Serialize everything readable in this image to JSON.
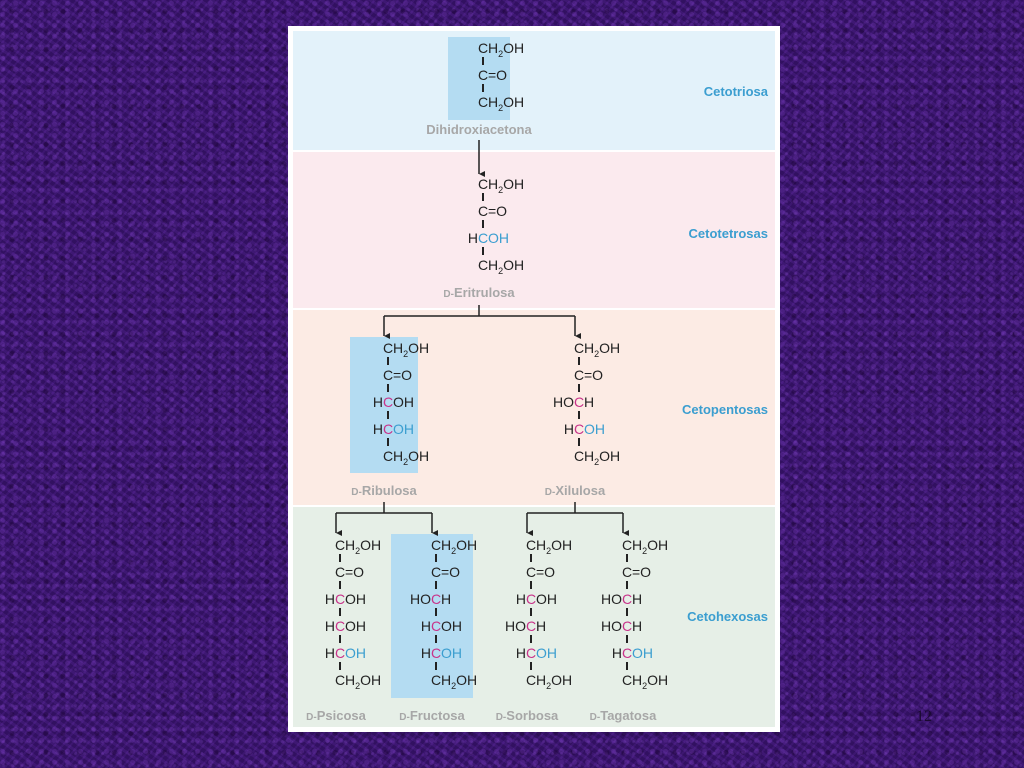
{
  "classes": {
    "c3": "Cetotriosa",
    "c4": "Cetotetrosas",
    "c5": "Cetopentosas",
    "c6": "Cetohexosas"
  },
  "prefix": "D-",
  "names": {
    "dihidroxiacetona": "Dihidroxiacetona",
    "eritrulosa": "Eritrulosa",
    "ribulosa": "Ribulosa",
    "xilulosa": "Xilulosa",
    "psicosa": "Psicosa",
    "fructosa": "Fructosa",
    "sorbosa": "Sorbosa",
    "tagatosa": "Tagatosa"
  },
  "formula": {
    "ch2oh_main": "CH",
    "sub2": "2",
    "oh": "OH",
    "c": "C",
    "eq_o": "=O",
    "h": "H",
    "ho": "HO"
  },
  "slide_number": "12"
}
